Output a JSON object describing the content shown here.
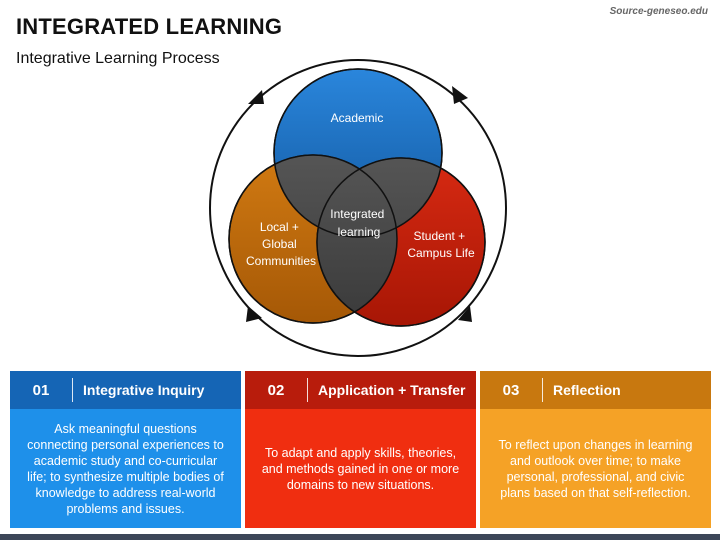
{
  "header": {
    "title": "INTEGRATED LEARNING",
    "subtitle": "Integrative Learning Process",
    "source": "Source-geneseo.edu"
  },
  "diagram": {
    "top_circle": "Academic",
    "left_circle_lines": [
      "Local +",
      "Global",
      "Communities"
    ],
    "right_circle_lines": [
      "Student +",
      "Campus Life"
    ],
    "center_lines": [
      "Integrated",
      "learning"
    ],
    "colors": {
      "academic": "#1a6fc2",
      "local": "#c26c0a",
      "student": "#c8200d",
      "center": "#454545",
      "ring": "#111111"
    }
  },
  "cards": [
    {
      "number": "01",
      "title": "Integrative Inquiry",
      "body": "Ask meaningful questions connecting personal experiences to academic study and co-curricular life; to synthesize multiple bodies of knowledge to address real-world problems and issues.",
      "head_color": "#1565b5",
      "body_color": "#1e90ea"
    },
    {
      "number": "02",
      "title": "Application + Transfer",
      "body": "To adapt and apply skills, theories, and methods gained in one or more domains to new situations.",
      "head_color": "#b81c0c",
      "body_color": "#f02e10"
    },
    {
      "number": "03",
      "title": "Reflection",
      "body": "To reflect upon changes in learning and outlook over time; to make personal, professional, and civic plans based on that self-reflection.",
      "head_color": "#c8780f",
      "body_color": "#f5a226"
    }
  ]
}
